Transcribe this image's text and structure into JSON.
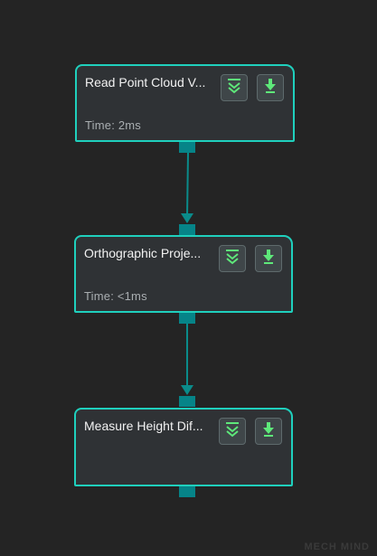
{
  "nodes": [
    {
      "title": "Read Point Cloud V...",
      "time": "Time: 2ms"
    },
    {
      "title": "Orthographic Proje...",
      "time": "Time: <1ms"
    },
    {
      "title": "Measure Height Dif...",
      "time": ""
    }
  ],
  "icons": {
    "collapse": "double-chevron-down-icon",
    "download": "download-arrow-icon"
  },
  "colors": {
    "background": "#242424",
    "node_fill": "#2f3235",
    "node_border": "#1fd0bd",
    "port": "#068488",
    "link": "#0a8b8a",
    "icon_green": "#5ee87a"
  },
  "watermark": "MECH MIND"
}
